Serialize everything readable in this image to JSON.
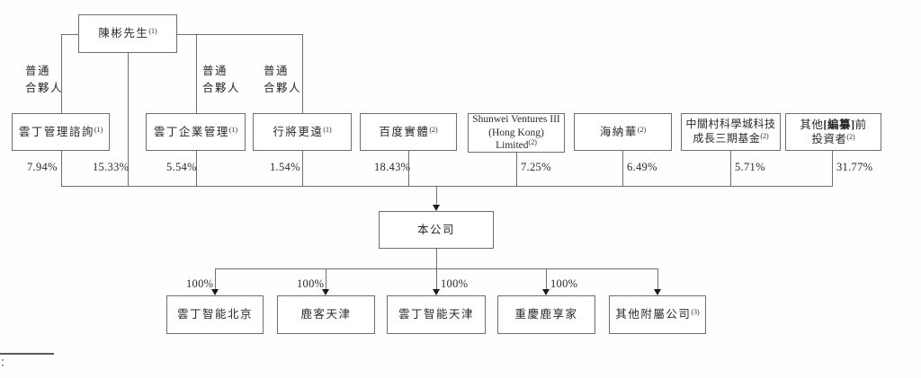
{
  "org": {
    "root": {
      "name": "陳彬先生",
      "sup": "(1)"
    },
    "partner_role": "普通\n合夥人",
    "direct_pct": "15.33%",
    "shareholders": [
      {
        "name": "雲丁管理諮詢",
        "sup": "(1)",
        "pct": "7.94%"
      },
      {
        "name": "雲丁企業管理",
        "sup": "(1)",
        "pct": "5.54%"
      },
      {
        "name": "行將更遠",
        "sup": "(1)",
        "pct": "1.54%"
      },
      {
        "name": "百度實體",
        "sup": "(2)",
        "pct": "18.43%"
      },
      {
        "name": "Shunwei Ventures III\n(Hong Kong)\nLimited",
        "sup": "(2)",
        "pct": "7.25%"
      },
      {
        "name": "海納華",
        "sup": "(2)",
        "pct": "6.49%"
      },
      {
        "name": "中關村科學城科技\n成長三期基金",
        "sup": "(2)",
        "pct": "5.71%"
      },
      {
        "name_pre": "其他",
        "name_redacted": "[編纂]",
        "name_post": "前\n投資者",
        "sup": "(2)",
        "pct": "31.77%"
      }
    ],
    "company": {
      "name": "本公司"
    },
    "subsidiaries": [
      {
        "name": "雲丁智能北京",
        "pct": "100%"
      },
      {
        "name": "鹿客天津",
        "pct": "100%"
      },
      {
        "name": "雲丁智能天津",
        "pct": "100%"
      },
      {
        "name": "重慶鹿享家",
        "pct": "100%"
      },
      {
        "name": "其他附屬公司",
        "sup": "(3)"
      }
    ]
  }
}
